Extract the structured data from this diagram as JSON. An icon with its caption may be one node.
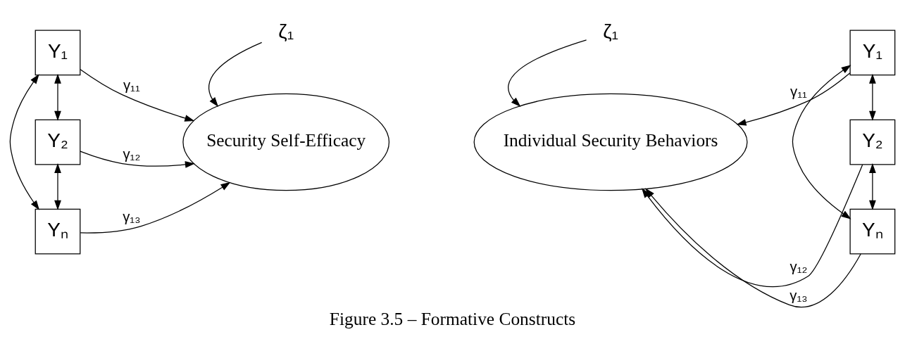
{
  "diagram": {
    "caption": "Figure 3.5 – Formative Constructs",
    "nodes": [
      {
        "text": [
          "Y₁"
        ]
      },
      {
        "text": [
          "Y₂"
        ]
      },
      {
        "text": [
          "Yₙ"
        ]
      },
      {
        "text": [
          "Security Self-Efficacy"
        ]
      },
      {
        "text": [
          "Individual Security Behaviors"
        ]
      },
      {
        "text": [
          "Y₁"
        ]
      },
      {
        "text": [
          "Y₂"
        ]
      },
      {
        "text": [
          "Yₙ"
        ]
      },
      {
        "text": [
          "ζ₁"
        ]
      },
      {
        "text": [
          "ζ₁"
        ]
      }
    ],
    "edges": [
      {
        "from": 0,
        "to": 3,
        "arrow": "to",
        "label": "γ₁₁"
      },
      {
        "from": 1,
        "to": 3,
        "arrow": "to",
        "label": "γ₁₂"
      },
      {
        "from": 2,
        "to": 3,
        "arrow": "to",
        "label": "γ₁₃"
      },
      {
        "from": 8,
        "to": 3,
        "arrow": "to"
      },
      {
        "from": 0,
        "to": 1,
        "arrow": "both"
      },
      {
        "from": 1,
        "to": 2,
        "arrow": "both"
      },
      {
        "from": 0,
        "to": 2,
        "arrow": "both"
      },
      {
        "from": 9,
        "to": 4,
        "arrow": "to"
      },
      {
        "from": 5,
        "to": 4,
        "arrow": "to",
        "label": "γ₁₁"
      },
      {
        "from": 6,
        "to": 4,
        "arrow": "to",
        "label": "γ₁₂"
      },
      {
        "from": 7,
        "to": 4,
        "arrow": "to",
        "label": "γ₁₃"
      },
      {
        "from": 5,
        "to": 6,
        "arrow": "both"
      },
      {
        "from": 6,
        "to": 7,
        "arrow": "both"
      },
      {
        "from": 5,
        "to": 7,
        "arrow": "both"
      }
    ]
  }
}
